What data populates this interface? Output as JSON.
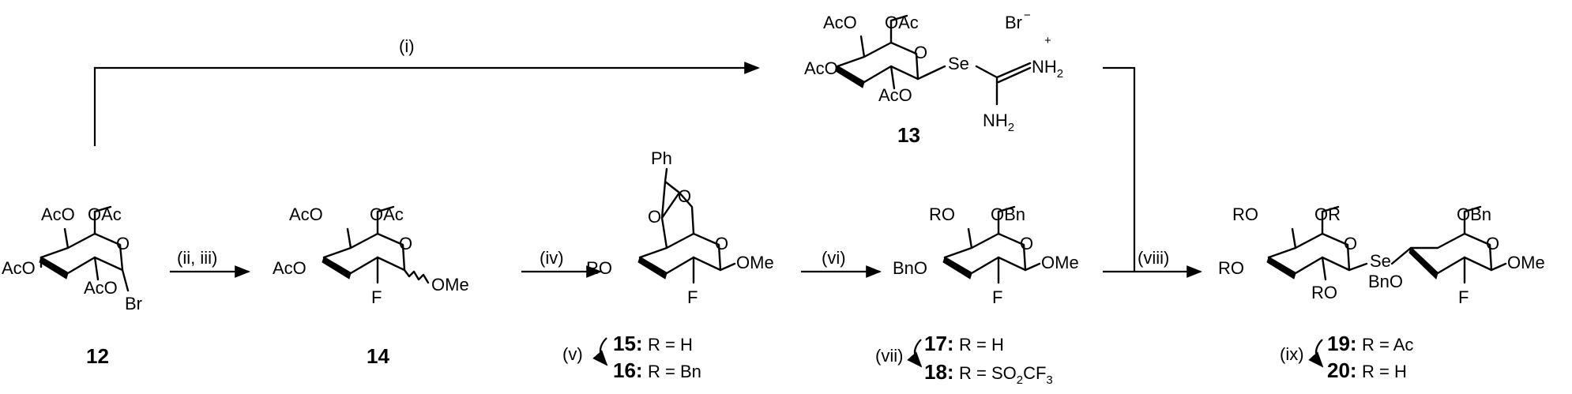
{
  "reagents": {
    "i": "(i)",
    "ii_iii": "(ii, iii)",
    "iv": "(iv)",
    "v": "(v)",
    "vi": "(vi)",
    "vii": "(vii)",
    "viii": "(viii)",
    "ix": "(ix)"
  },
  "compounds": {
    "c12": {
      "number": "12",
      "labels": [
        "AcO",
        "OAc",
        "AcO",
        "AcO",
        "O",
        "Br"
      ]
    },
    "c13": {
      "number": "13",
      "labels": [
        "AcO",
        "OAc",
        "AcO",
        "AcO",
        "O",
        "Se",
        "NH",
        "2",
        "NH",
        "2",
        "Br",
        "−",
        "+"
      ]
    },
    "c14": {
      "number": "14",
      "labels": [
        "AcO",
        "OAc",
        "AcO",
        "O",
        "F",
        "OMe"
      ]
    },
    "c15": {
      "labels": [
        "Ph",
        "O",
        "O",
        "O",
        "RO",
        "F",
        "OMe"
      ],
      "rows": [
        {
          "num": "15:",
          "text": "R = H"
        },
        {
          "num": "16:",
          "text": "R = Bn"
        }
      ]
    },
    "c17": {
      "labels": [
        "RO",
        "OBn",
        "O",
        "BnO",
        "F",
        "OMe"
      ],
      "rows": [
        {
          "num": "17:",
          "text": "R = H"
        },
        {
          "num": "18:",
          "text": "R = SO",
          "sub": "2",
          "tail": "CF",
          "sub2": "3"
        }
      ]
    },
    "c19": {
      "labels": [
        "RO",
        "OR",
        "O",
        "RO",
        "RO",
        "Se",
        "BnO",
        "OBn",
        "O",
        "F",
        "OMe"
      ],
      "rows": [
        {
          "num": "19:",
          "text": "R = Ac"
        },
        {
          "num": "20:",
          "text": "R = H"
        }
      ]
    }
  }
}
